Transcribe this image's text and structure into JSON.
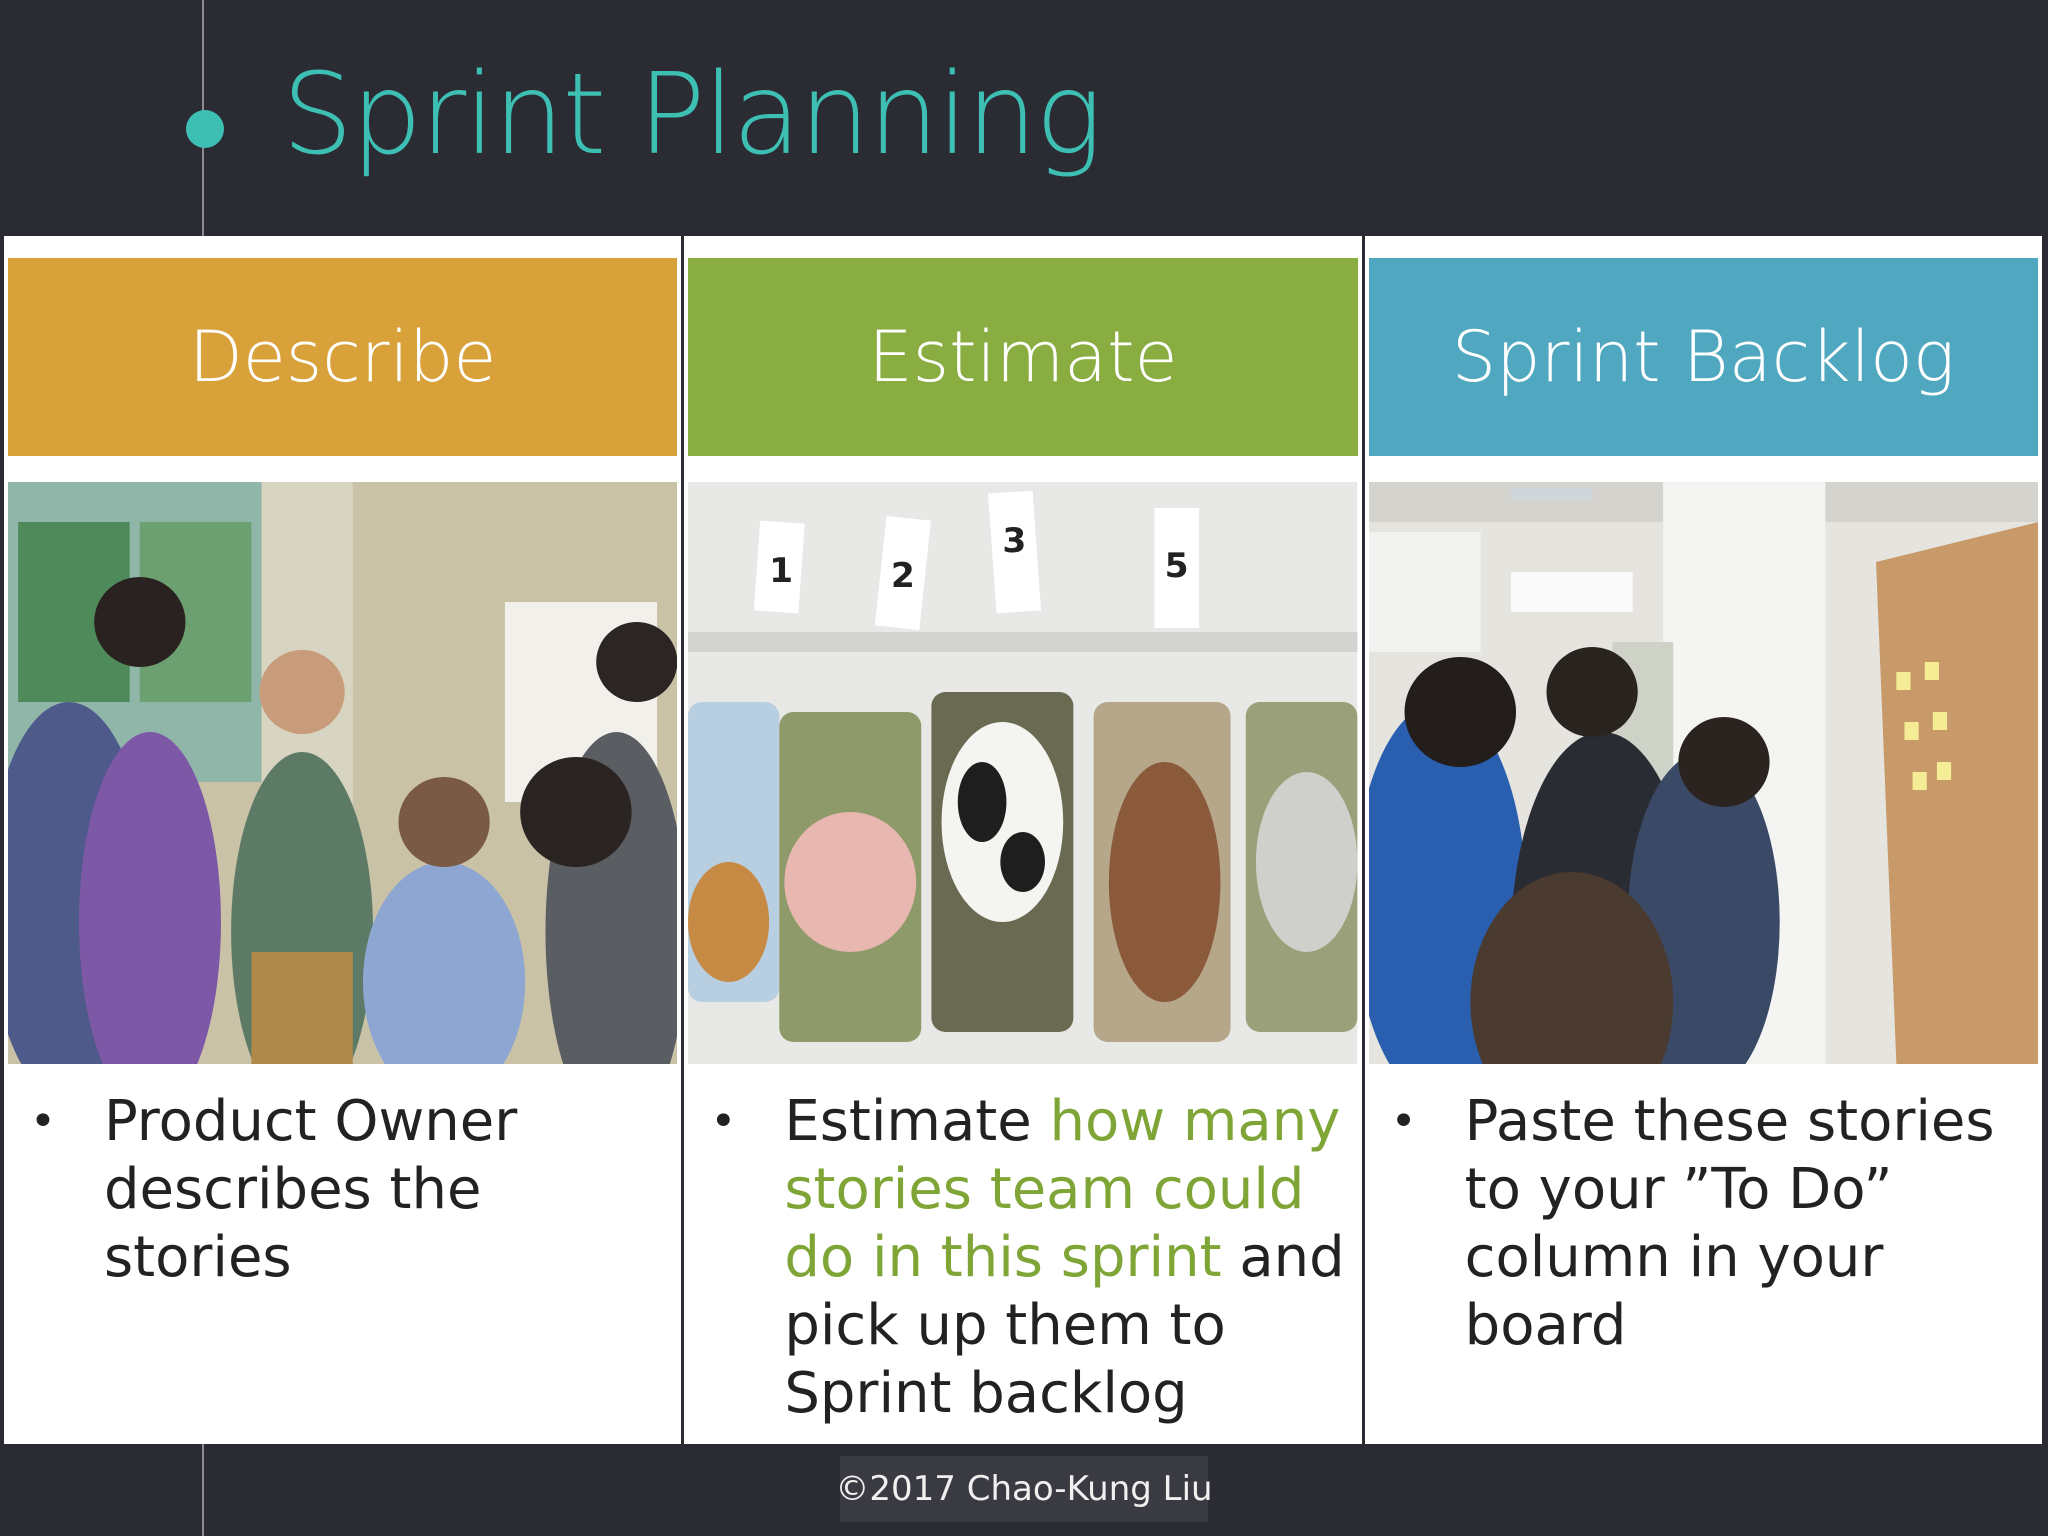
{
  "slide": {
    "title": "Sprint Planning",
    "footer": "©2017 Chao-Kung Liu"
  },
  "columns": [
    {
      "header": "Describe",
      "bullet_plain_1": "Product Owner describes the stories",
      "photo": "team-discussion-photo"
    },
    {
      "header": "Estimate",
      "bullet_plain_1": "Estimate ",
      "bullet_highlight": "how many stories team could do in this sprint",
      "bullet_plain_2": " and pick up them to Sprint backlog",
      "photo": "animal-cards-photo",
      "card_numbers": [
        "1",
        "2",
        "3",
        "5"
      ]
    },
    {
      "header": "Sprint Backlog",
      "bullet_plain_1": "Paste these stories to your ”To Do” column in your board",
      "photo": "team-at-board-photo"
    }
  ],
  "colors": {
    "background": "#2b2b33",
    "title": "#3dbfb4",
    "describe": "#d9a13a",
    "estimate": "#8aad42",
    "backlog": "#4fa8bf",
    "highlight": "#7fa536"
  }
}
